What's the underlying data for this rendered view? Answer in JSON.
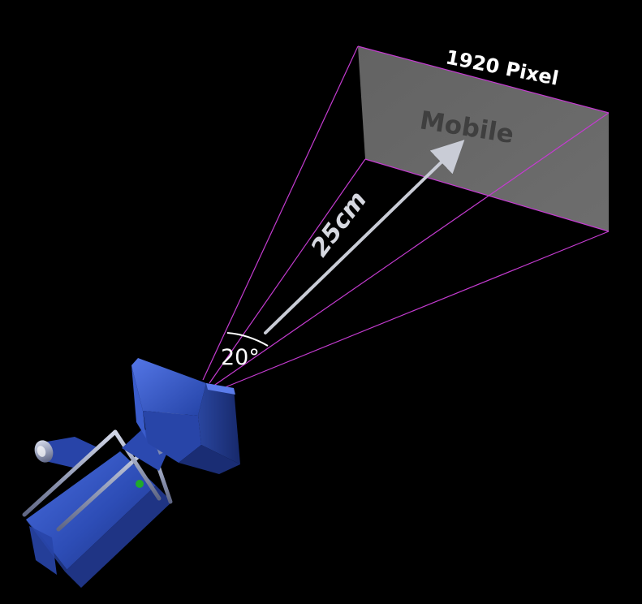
{
  "labels": {
    "resolution": "1920 Pixel",
    "target": "Mobile",
    "distance": "25cm",
    "fov_angle": "20°"
  },
  "colors": {
    "background": "#000000",
    "frustum_lines": "#c43bd0",
    "screen_plane": "#6b6b6b",
    "screen_text": "#3f3f3f",
    "label_text": "#ffffff",
    "arrow": "#c9ccd6",
    "camera_body": "#2f4fb8",
    "camera_metal": "#9aa2bc",
    "status_led": "#1faa2a"
  },
  "icons": {
    "camera": "camera-icon",
    "distance_arrow": "arrow-icon",
    "angle_arc": "angle-arc-icon"
  }
}
